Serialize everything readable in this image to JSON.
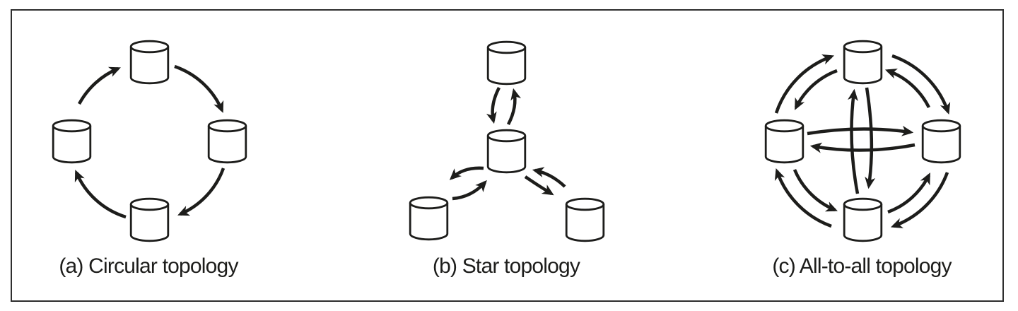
{
  "figure": {
    "panels": [
      {
        "id": "a",
        "label": "(a) Circular topology",
        "type": "circular",
        "node_icon": "database-cylinder",
        "node_count": 4,
        "links": [
          "left → top",
          "top → right",
          "right → bottom",
          "bottom → left"
        ]
      },
      {
        "id": "b",
        "label": "(b) Star topology",
        "type": "star",
        "node_icon": "database-cylinder",
        "node_count": 4,
        "links": [
          "hub ↔ top",
          "hub ↔ bottom-left",
          "hub ↔ bottom-right"
        ]
      },
      {
        "id": "c",
        "label": "(c) All-to-all topology",
        "type": "all-to-all",
        "node_icon": "database-cylinder",
        "node_count": 4,
        "links": [
          "top ↔ left",
          "top ↔ right",
          "top ↔ bottom",
          "left ↔ right",
          "left ↔ bottom",
          "right ↔ bottom"
        ]
      }
    ],
    "colors": {
      "line": "#1d1d1b",
      "border": "#2e2e2e",
      "background": "#ffffff"
    }
  }
}
